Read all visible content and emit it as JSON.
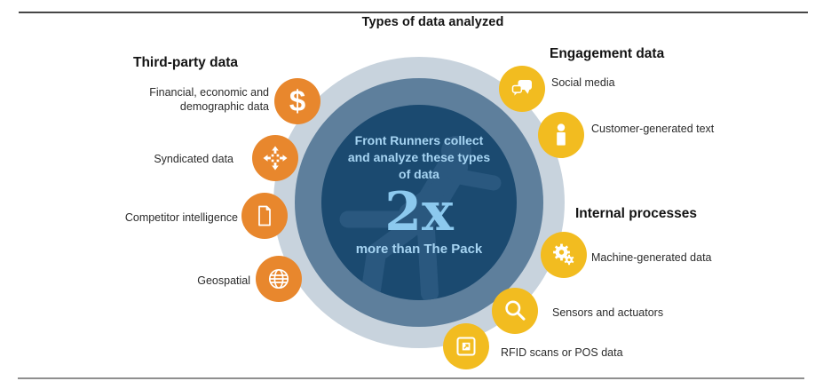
{
  "page": {
    "title": "Types of data analyzed"
  },
  "center": {
    "line1": "Front Runners collect",
    "line2": "and analyze these types",
    "line3": "of data",
    "multiplier": "2x",
    "caption": "more than The Pack"
  },
  "groups": {
    "third_party": {
      "heading": "Third-party data",
      "items": [
        {
          "label": "Financial, economic and demographic data",
          "icon": "dollar-icon"
        },
        {
          "label": "Syndicated data",
          "icon": "syndicate-arrows-icon"
        },
        {
          "label": "Competitor intelligence",
          "icon": "document-icon"
        },
        {
          "label": "Geospatial",
          "icon": "globe-icon"
        }
      ]
    },
    "engagement": {
      "heading": "Engagement data",
      "items": [
        {
          "label": "Social media",
          "icon": "speech-bubbles-icon"
        },
        {
          "label": "Customer-generated text",
          "icon": "person-icon"
        }
      ]
    },
    "internal": {
      "heading": "Internal processes",
      "items": [
        {
          "label": "Machine-generated data",
          "icon": "gears-icon"
        },
        {
          "label": "Sensors and actuators",
          "icon": "magnifier-icon"
        },
        {
          "label": "RFID scans or POS data",
          "icon": "rfid-tag-icon"
        }
      ]
    }
  },
  "glyphs": {
    "dollar": "$"
  },
  "colors": {
    "orange_badge": "#e8872d",
    "yellow_badge": "#f2bc20",
    "ring_outer": "#c8d3dd",
    "ring_mid": "#5e7f9c",
    "circle_navy": "#1b4a70",
    "runner_ghost": "#2a587f",
    "center_text_blue": "#a6d4f2",
    "multiplier_blue": "#8cc9ee"
  }
}
